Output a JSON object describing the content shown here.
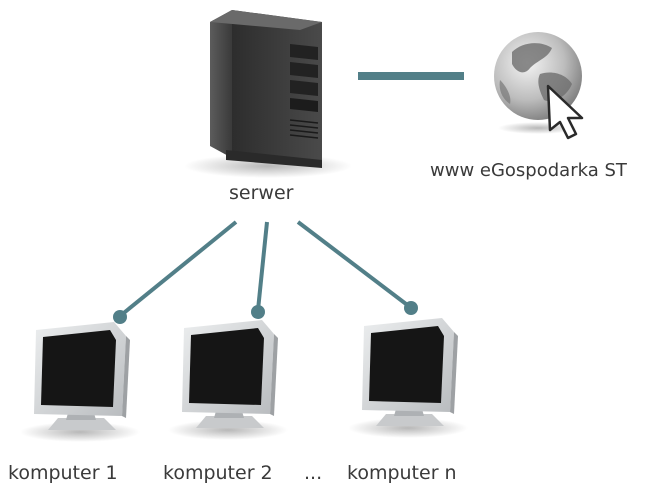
{
  "nodes": {
    "server_label": "serwer",
    "internet_label": "www eGospodarka ST",
    "computers": [
      {
        "label": "komputer 1"
      },
      {
        "label": "komputer 2"
      },
      {
        "label": "komputer n"
      }
    ],
    "ellipsis": "..."
  },
  "colors": {
    "connector": "#527f88",
    "server_body": "#3b3b3b",
    "monitor_frame": "#d4d6d8",
    "monitor_screen": "#151515"
  },
  "icons": {
    "server": "tower-server-icon",
    "internet": "globe-with-cursor-icon",
    "computer": "lcd-monitor-icon"
  }
}
